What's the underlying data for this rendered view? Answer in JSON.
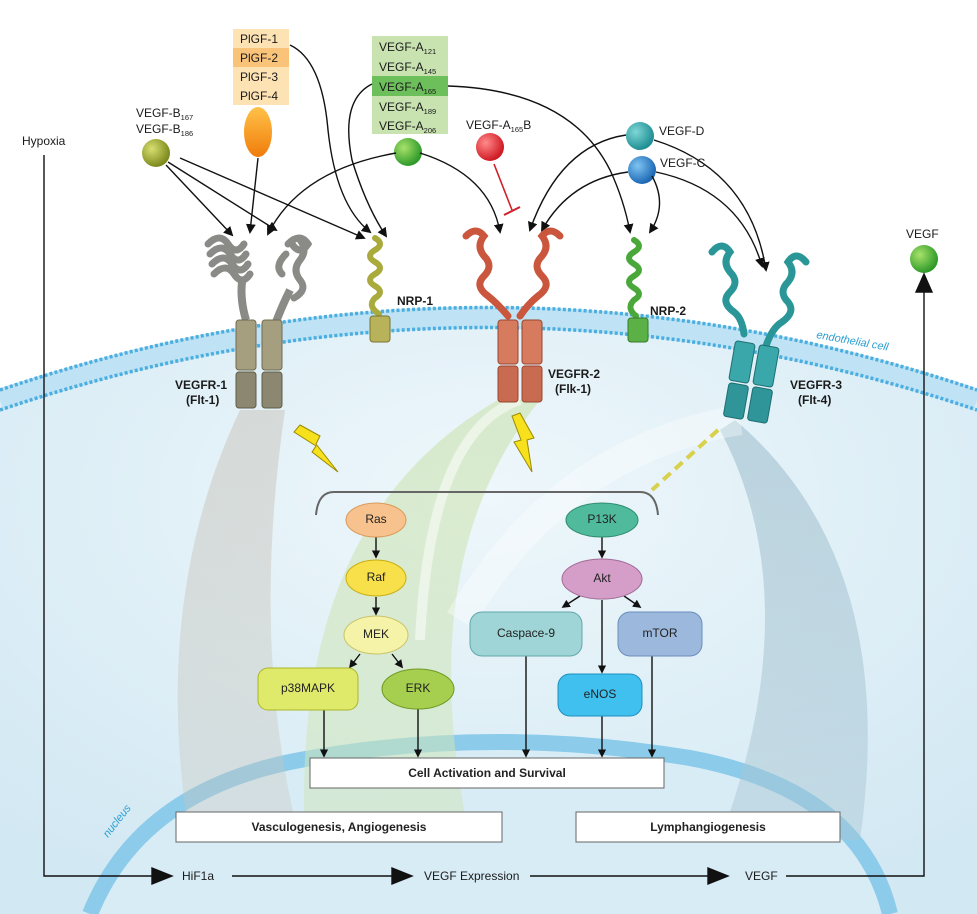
{
  "ligands": {
    "plgf": [
      "PlGF-1",
      "PlGF-2",
      "PlGF-3",
      "PlGF-4"
    ],
    "vegfa_prefix": "VEGF-A",
    "vegfa_subscripts": [
      "121",
      "145",
      "165",
      "189",
      "206"
    ],
    "vegfb_prefix": "VEGF-B",
    "vegfb_subscripts": [
      "167",
      "186"
    ],
    "vegfa165b": {
      "prefix": "VEGF-A",
      "sub": "165",
      "suffix": "B"
    },
    "vegfd": "VEGF-D",
    "vegfc": "VEGF-C",
    "vegf_right": "VEGF"
  },
  "receptors": {
    "vegfr1": {
      "name": "VEGFR-1",
      "alt": "(Flt-1)"
    },
    "nrp1": "NRP-1",
    "vegfr2": {
      "name": "VEGFR-2",
      "alt": "(Flk-1)"
    },
    "nrp2": "NRP-2",
    "vegfr3": {
      "name": "VEGFR-3",
      "alt": "(Flt-4)"
    }
  },
  "labels": {
    "hypoxia": "Hypoxia",
    "endothelial_cell": "endothelial cell",
    "nucleus": "nucleus"
  },
  "pathway": {
    "ras": "Ras",
    "raf": "Raf",
    "mek": "MEK",
    "p38": "p38MAPK",
    "erk": "ERK",
    "pi3k": "P13K",
    "akt": "Akt",
    "caspase": "Caspace-9",
    "mtor": "mTOR",
    "enos": "eNOS"
  },
  "outcomes": {
    "cell_activation": "Cell Activation and Survival",
    "vasculo": "Vasculogenesis, Angiogenesis",
    "lymph": "Lymphangiogenesis"
  },
  "bottom": {
    "hif": "HiF1a",
    "expression": "VEGF Expression",
    "vegf": "VEGF"
  },
  "colors": {
    "cytoplasm": "#dcedf5",
    "membrane": "#5fb6de",
    "nucleus_ring": "#8ccbea",
    "ras": "#f7c28d",
    "raf": "#f8e04a",
    "mek": "#f5f3a8",
    "p38": "#dfe96a",
    "erk": "#a6cf4f",
    "pi3k": "#4fbb9c",
    "akt": "#d49ec8",
    "caspase": "#9fd5d6",
    "mtor": "#9cb9dd",
    "enos": "#3fc0ee"
  }
}
